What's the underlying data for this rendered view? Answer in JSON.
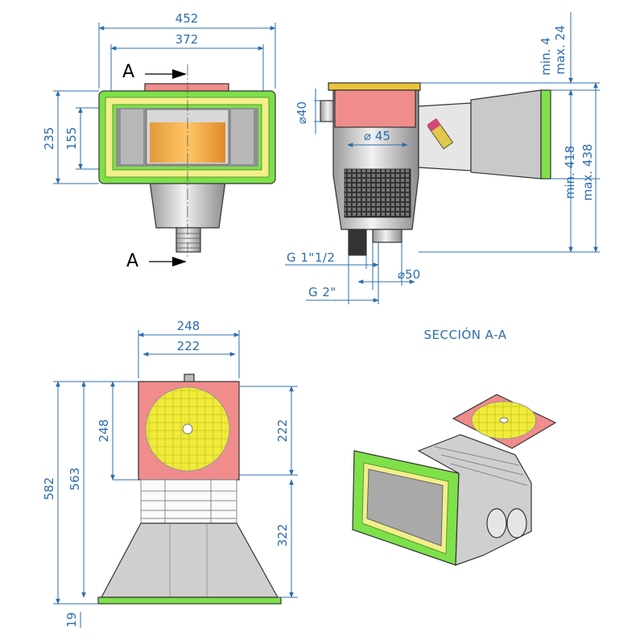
{
  "front_view": {
    "width_outer": "452",
    "width_inner": "372",
    "height_outer": "235",
    "height_inner": "155",
    "section_mark_top": "A",
    "section_mark_bottom": "A"
  },
  "side_view": {
    "top_min": "min. 4",
    "top_max": "max. 24",
    "height_min": "min. 418",
    "height_max": "max. 438",
    "dia_40": "40",
    "dia_45": "45",
    "dia_50": "50",
    "thread_1": "G 1\"1/2",
    "thread_2": "G 2\""
  },
  "top_view": {
    "width_outer": "248",
    "width_inner": "222",
    "left_248": "248",
    "right_222": "222",
    "total_582": "582",
    "total_563": "563",
    "right_322": "322",
    "bottom_19": "19"
  },
  "section_label": "SECCIÓN A-A",
  "colors": {
    "dimension": "#2d6cae",
    "flange_green": "#7ee04a",
    "flange_yellow": "#f2ef8c",
    "lid_pink": "#f08c8c",
    "basket_orange": "#f5b04b",
    "weir_yellow": "#f0ea3a",
    "body_grey": "#c9c9c9"
  }
}
